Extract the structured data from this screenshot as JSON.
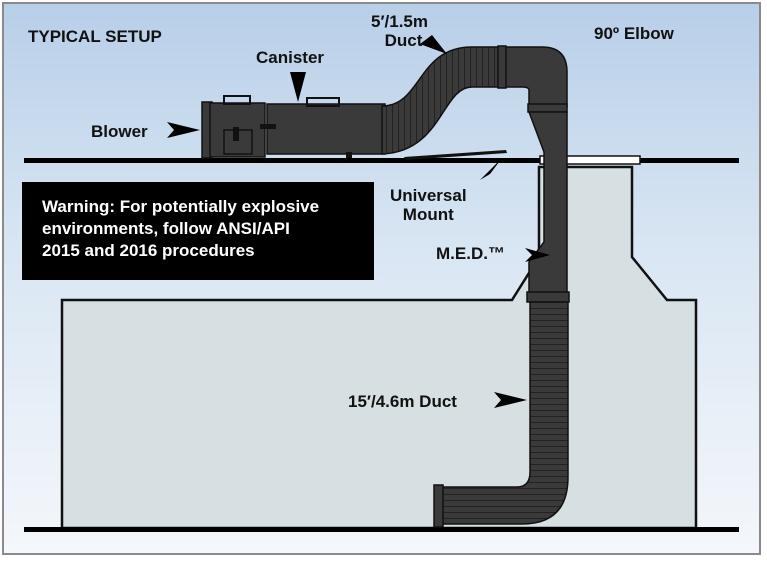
{
  "title": "TYPICAL SETUP",
  "labels": {
    "blower": "Blower",
    "canister": "Canister",
    "short_duct_line1": "5′/1.5m",
    "short_duct_line2": "Duct",
    "elbow": "90º Elbow",
    "mount_line1": "Universal",
    "mount_line2": "Mount",
    "med": "M.E.D.™",
    "long_duct": "15′/4.6m Duct"
  },
  "warning": {
    "line1": "Warning: For potentially explosive",
    "line2": "environments, follow ANSI/API",
    "line3": "2015 and 2016 procedures"
  },
  "colors": {
    "equipment": "#3a3a3a",
    "tank": "#d6dfe2",
    "ground": "#000000"
  }
}
